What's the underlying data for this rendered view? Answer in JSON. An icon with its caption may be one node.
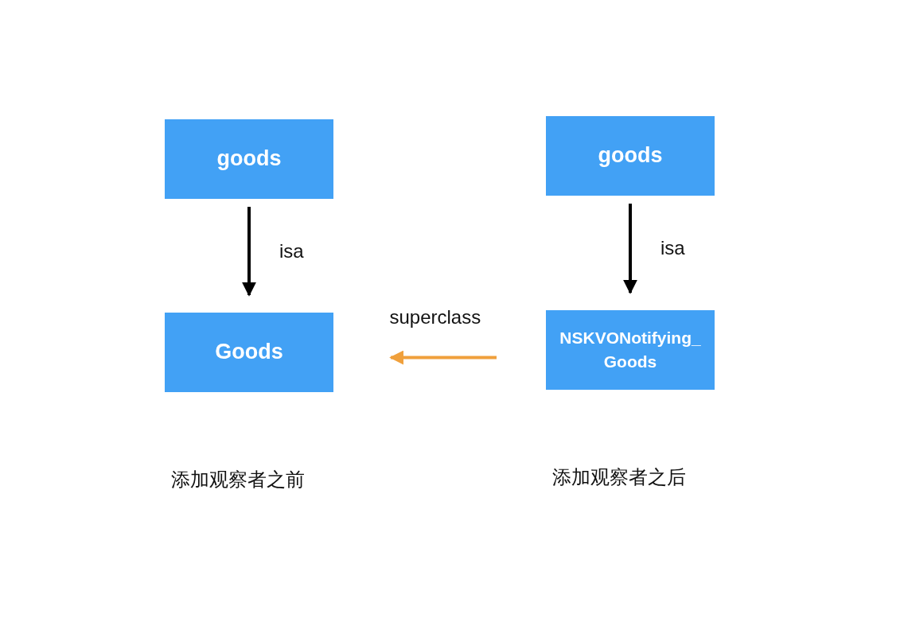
{
  "diagram": {
    "nodes": [
      {
        "text": [
          "goods"
        ]
      },
      {
        "text": [
          "Goods"
        ]
      },
      {
        "text": [
          "goods"
        ]
      },
      {
        "text": [
          "NSKVONotifying_Goods"
        ]
      }
    ],
    "edges": [
      {
        "from": 0,
        "to": 1,
        "arrow": "to",
        "label": "isa"
      },
      {
        "from": 2,
        "to": 3,
        "arrow": "to",
        "label": "isa"
      },
      {
        "from": 3,
        "to": 1,
        "arrow": "to",
        "label": "superclass",
        "color": "#f0a03c"
      }
    ],
    "labels": [
      "添加观察者之前",
      "添加观察者之后"
    ]
  }
}
